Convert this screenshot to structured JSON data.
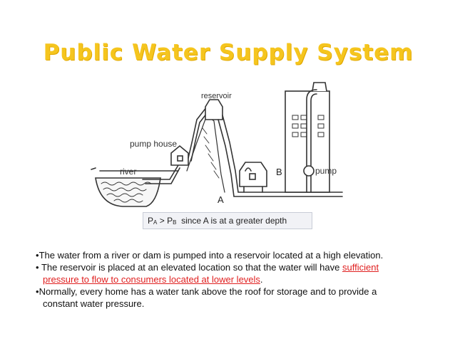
{
  "title": "Public Water Supply System",
  "diagram": {
    "label_reservoir": "reservoir",
    "label_pump_house": "pump house",
    "label_river": "river",
    "label_pump": "pump",
    "label_a": "A",
    "label_b": "B"
  },
  "pressure": {
    "p_a": "P",
    "sub_a": "A",
    "gt": ">",
    "p_b": "P",
    "sub_b": "B",
    "text": "since A is at a greater depth"
  },
  "bullets": {
    "b1": "The water from a river or dam is pumped into a reservoir located at a high elevation.",
    "b2_start": "The reservoir is placed at an elevated location so that the water will have",
    "b2_red_1": "sufficient",
    "b2_red_2": "pressure to flow to consumers located at lower levels",
    "b2_end": ".",
    "b3_line1": "Normally, every home has a water tank above the roof for storage and to provide a",
    "b3_line2": "constant  water pressure."
  },
  "bullet_char": "•"
}
